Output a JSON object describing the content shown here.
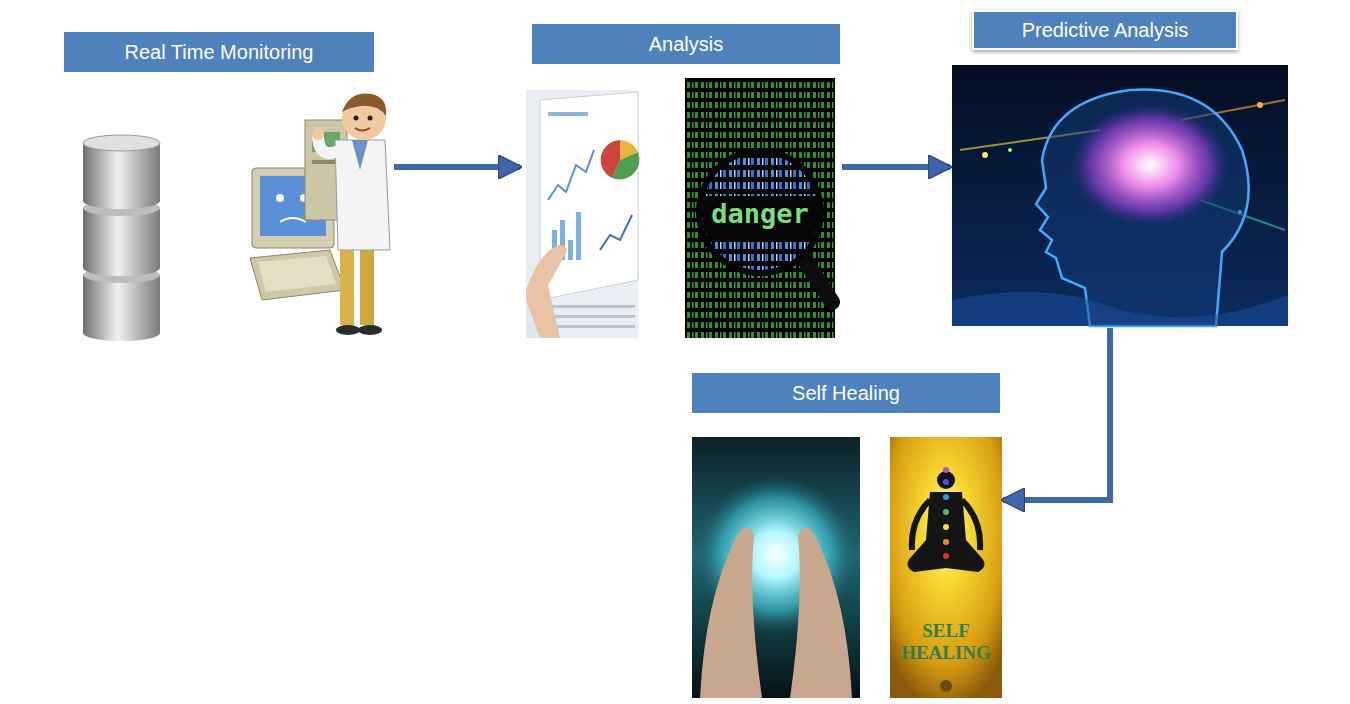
{
  "diagram": {
    "nodes": [
      {
        "text": [
          "Real Time Monitoring"
        ]
      },
      {
        "text": [
          "Analysis"
        ]
      },
      {
        "text": [
          "Predictive Analysis"
        ]
      },
      {
        "text": [
          "Self Healing"
        ]
      }
    ],
    "edges": [
      {
        "from": 0,
        "to": 1,
        "arrow": "to"
      },
      {
        "from": 1,
        "to": 2,
        "arrow": "to"
      },
      {
        "from": 2,
        "to": 3,
        "arrow": "to"
      }
    ],
    "labels": [
      "danger",
      "SELF HEALING"
    ]
  }
}
